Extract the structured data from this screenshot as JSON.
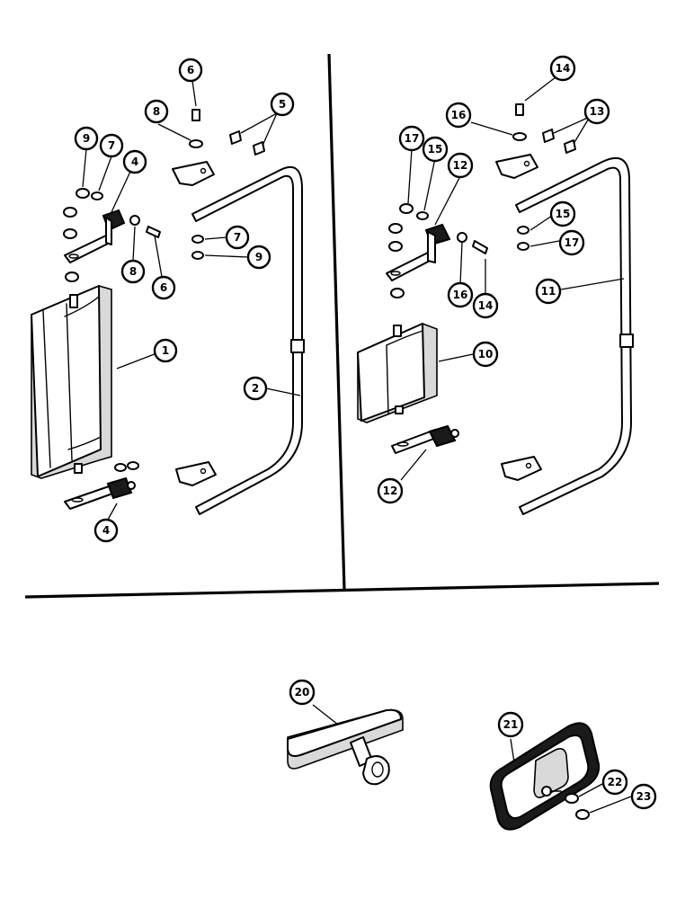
{
  "callouts": [
    {
      "id": "c1",
      "label": "1"
    },
    {
      "id": "c2",
      "label": "2"
    },
    {
      "id": "c4a",
      "label": "4"
    },
    {
      "id": "c4b",
      "label": "4"
    },
    {
      "id": "c5",
      "label": "5"
    },
    {
      "id": "c6a",
      "label": "6"
    },
    {
      "id": "c6b",
      "label": "6"
    },
    {
      "id": "c7a",
      "label": "7"
    },
    {
      "id": "c7b",
      "label": "7"
    },
    {
      "id": "c8a",
      "label": "8"
    },
    {
      "id": "c8b",
      "label": "8"
    },
    {
      "id": "c9a",
      "label": "9"
    },
    {
      "id": "c9b",
      "label": "9"
    },
    {
      "id": "c10",
      "label": "10"
    },
    {
      "id": "c11",
      "label": "11"
    },
    {
      "id": "c12a",
      "label": "12"
    },
    {
      "id": "c12b",
      "label": "12"
    },
    {
      "id": "c13",
      "label": "13"
    },
    {
      "id": "c14a",
      "label": "14"
    },
    {
      "id": "c14b",
      "label": "14"
    },
    {
      "id": "c15a",
      "label": "15"
    },
    {
      "id": "c15b",
      "label": "15"
    },
    {
      "id": "c16a",
      "label": "16"
    },
    {
      "id": "c16b",
      "label": "16"
    },
    {
      "id": "c17a",
      "label": "17"
    },
    {
      "id": "c17b",
      "label": "17"
    },
    {
      "id": "c20",
      "label": "20"
    },
    {
      "id": "c21",
      "label": "21"
    },
    {
      "id": "c22",
      "label": "22"
    },
    {
      "id": "c23",
      "label": "23"
    }
  ]
}
